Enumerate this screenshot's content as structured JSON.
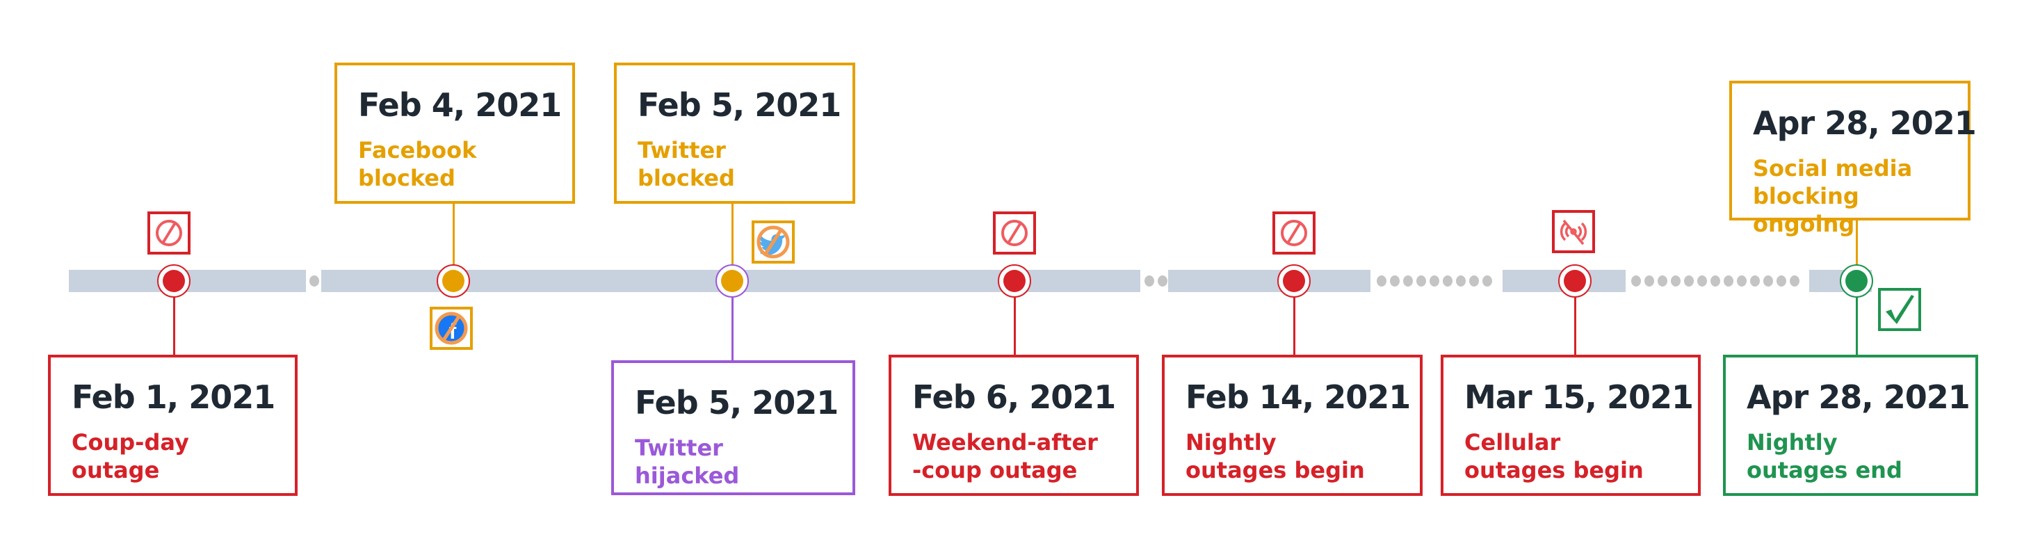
{
  "colors": {
    "outage": "#d62128",
    "blocking": "#e5a000",
    "hijack": "#9b59d9",
    "end": "#1f9450",
    "bar": "#c8d1de",
    "text": "#1f2933"
  },
  "events": [
    {
      "date": "Feb 1, 2021",
      "desc": "Coup-day\noutage",
      "type": "outage",
      "icon": "no-entry-icon"
    },
    {
      "date": "Feb 4, 2021",
      "desc": "Facebook\nblocked",
      "type": "blocking",
      "icon": "facebook-blocked-icon"
    },
    {
      "date": "Feb 5, 2021",
      "desc": "Twitter\nblocked",
      "type": "blocking",
      "icon": "twitter-blocked-icon"
    },
    {
      "date": "Feb 5, 2021",
      "desc": "Twitter\nhijacked",
      "type": "hijack"
    },
    {
      "date": "Feb 6, 2021",
      "desc": "Weekend-after\n-coup outage",
      "type": "outage",
      "icon": "no-entry-icon"
    },
    {
      "date": "Feb 14, 2021",
      "desc": "Nightly\noutages begin",
      "type": "outage",
      "icon": "no-entry-icon"
    },
    {
      "date": "Mar 15, 2021",
      "desc": "Cellular\noutages begin",
      "type": "outage",
      "icon": "no-cellular-signal-icon"
    },
    {
      "date": "Apr 28, 2021",
      "desc": "Social media\nblocking ongoing",
      "type": "blocking"
    },
    {
      "date": "Apr 28, 2021",
      "desc": "Nightly\noutages end",
      "type": "end",
      "icon": "checkmark-icon"
    }
  ]
}
